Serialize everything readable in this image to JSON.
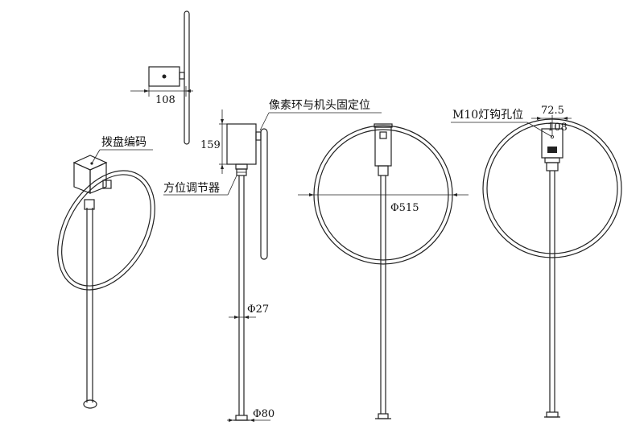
{
  "labels": {
    "dial_encoder": "拨盘编码",
    "orientation_adjuster": "方位调节器",
    "pixel_ring_head_mount": "像素环与机头固定位",
    "m10_hook_hole": "M10灯钩孔位"
  },
  "dimensions": {
    "top_view_width": "108",
    "head_height": "159",
    "pole_diameter": "Φ27",
    "base_diameter": "Φ80",
    "ring_diameter": "Φ515",
    "hook_offset": "72.5",
    "head_width": "108"
  },
  "colors": {
    "line": "#222222",
    "background": "#ffffff"
  }
}
